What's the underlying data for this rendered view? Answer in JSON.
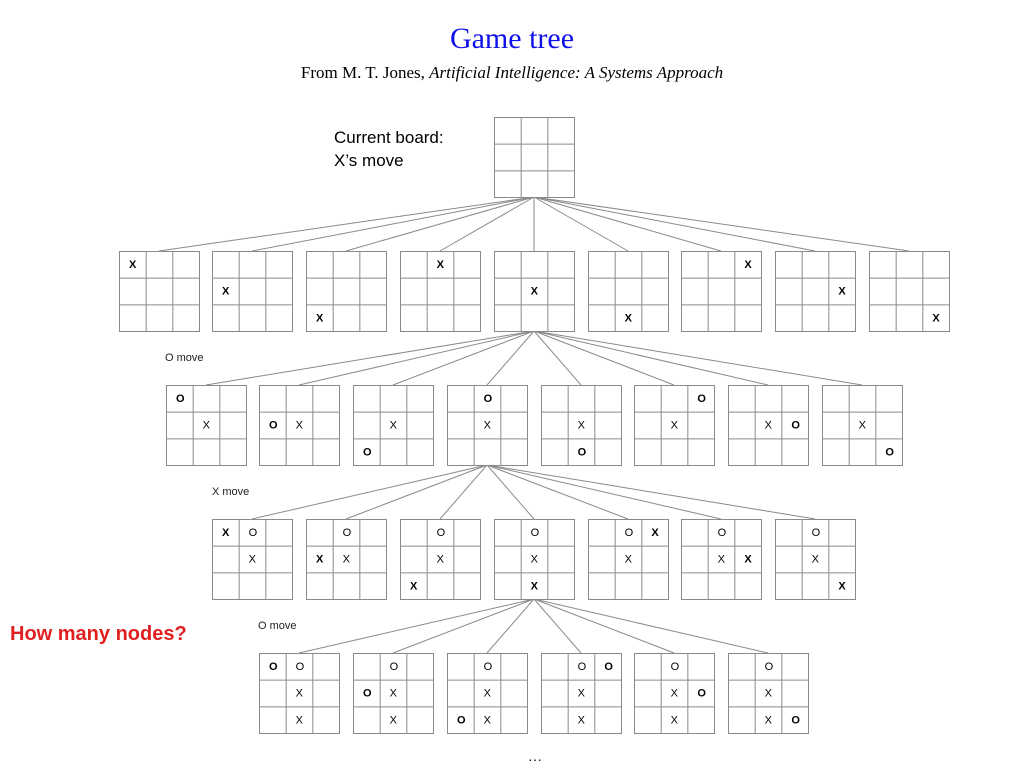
{
  "title": "Game tree",
  "subtitle_prefix": "From M. T. Jones, ",
  "subtitle_book": "Artificial Intelligence:  A Systems Approach",
  "current_label_line1": "Current board:",
  "current_label_line2": "X’s move",
  "level_labels": [
    "O move",
    "X move",
    "O move"
  ],
  "question": "How many nodes?",
  "ellipsis": "…",
  "boards": {
    "root": [
      "",
      "",
      "",
      "",
      "",
      "",
      "",
      "",
      ""
    ],
    "level1": [
      [
        "X",
        "",
        "",
        "",
        "",
        "",
        "",
        "",
        ""
      ],
      [
        "",
        "",
        "",
        "X",
        "",
        "",
        "",
        "",
        ""
      ],
      [
        "",
        "",
        "",
        "",
        "",
        "",
        "X",
        "",
        ""
      ],
      [
        "",
        "X",
        "",
        "",
        "",
        "",
        "",
        "",
        ""
      ],
      [
        "",
        "",
        "",
        "",
        "X",
        "",
        "",
        "",
        ""
      ],
      [
        "",
        "",
        "",
        "",
        "",
        "",
        "",
        "X",
        ""
      ],
      [
        "",
        "",
        "X",
        "",
        "",
        "",
        "",
        "",
        ""
      ],
      [
        "",
        "",
        "",
        "",
        "",
        "X",
        "",
        "",
        ""
      ],
      [
        "",
        "",
        "",
        "",
        "",
        "",
        "",
        "",
        "X"
      ]
    ],
    "level2": [
      [
        "O",
        "",
        "",
        "",
        "X",
        "",
        "",
        "",
        ""
      ],
      [
        "",
        "",
        "",
        "O",
        "X",
        "",
        "",
        "",
        ""
      ],
      [
        "",
        "",
        "",
        "",
        "X",
        "",
        "O",
        "",
        ""
      ],
      [
        "",
        "O",
        "",
        "",
        "X",
        "",
        "",
        "",
        ""
      ],
      [
        "",
        "",
        "",
        "",
        "X",
        "",
        "",
        "O",
        ""
      ],
      [
        "",
        "",
        "O",
        "",
        "X",
        "",
        "",
        "",
        ""
      ],
      [
        "",
        "",
        "",
        "",
        "X",
        "O",
        "",
        "",
        ""
      ],
      [
        "",
        "",
        "",
        "",
        "X",
        "",
        "",
        "",
        "O"
      ]
    ],
    "level3": [
      [
        "X",
        "O",
        "",
        "",
        "X",
        "",
        "",
        "",
        ""
      ],
      [
        "",
        "O",
        "",
        "X",
        "X",
        "",
        "",
        "",
        ""
      ],
      [
        "",
        "O",
        "",
        "",
        "X",
        "",
        "X",
        "",
        ""
      ],
      [
        "",
        "O",
        "",
        "",
        "X",
        "",
        "",
        "X",
        ""
      ],
      [
        "",
        "O",
        "X",
        "",
        "X",
        "",
        "",
        "",
        ""
      ],
      [
        "",
        "O",
        "",
        "",
        "X",
        "X",
        "",
        "",
        ""
      ],
      [
        "",
        "O",
        "",
        "",
        "X",
        "",
        "",
        "",
        "X"
      ]
    ],
    "level4": [
      [
        "O",
        "O",
        "",
        "",
        "X",
        "",
        "",
        "X",
        ""
      ],
      [
        "",
        "O",
        "",
        "O",
        "X",
        "",
        "",
        "X",
        ""
      ],
      [
        "",
        "O",
        "",
        "",
        "X",
        "",
        "O",
        "X",
        ""
      ],
      [
        "",
        "O",
        "O",
        "",
        "X",
        "",
        "",
        "X",
        ""
      ],
      [
        "",
        "O",
        "",
        "",
        "X",
        "O",
        "",
        "X",
        ""
      ],
      [
        "",
        "O",
        "",
        "",
        "X",
        "",
        "",
        "X",
        "O"
      ]
    ]
  }
}
